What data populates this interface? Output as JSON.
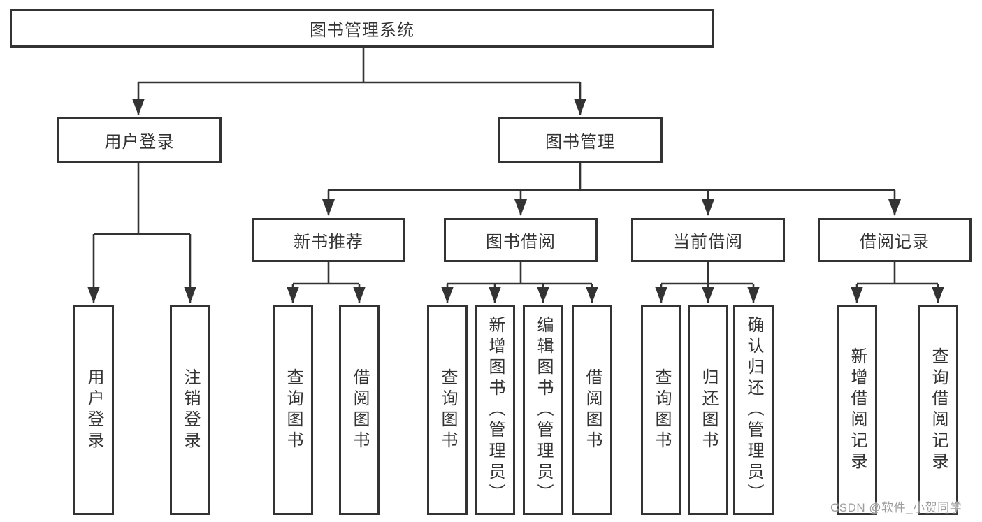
{
  "diagram": {
    "type": "hierarchy-tree",
    "tree": {
      "root": {
        "label": "图书管理系统",
        "children": [
          {
            "label": "用户登录",
            "children": [
              {
                "label": "用户登录"
              },
              {
                "label": "注销登录"
              }
            ]
          },
          {
            "label": "图书管理",
            "children": [
              {
                "label": "新书推荐",
                "children": [
                  {
                    "label": "查询图书"
                  },
                  {
                    "label": "借阅图书"
                  }
                ]
              },
              {
                "label": "图书借阅",
                "children": [
                  {
                    "label": "查询图书"
                  },
                  {
                    "label": "新增图书（管理员）"
                  },
                  {
                    "label": "编辑图书（管理员）"
                  },
                  {
                    "label": "借阅图书"
                  }
                ]
              },
              {
                "label": "当前借阅",
                "children": [
                  {
                    "label": "查询图书"
                  },
                  {
                    "label": "归还图书"
                  },
                  {
                    "label": "确认归还（管理员）"
                  }
                ]
              },
              {
                "label": "借阅记录",
                "children": [
                  {
                    "label": "新增借阅记录"
                  },
                  {
                    "label": "查询借阅记录"
                  }
                ]
              }
            ]
          }
        ]
      }
    },
    "colors": {
      "line": "#333333",
      "box_border": "#333333",
      "text": "#333333",
      "background": "#ffffff",
      "watermark": "#9d9d9d"
    }
  },
  "watermark": {
    "text": "CSDN @软件_小贺同学"
  }
}
